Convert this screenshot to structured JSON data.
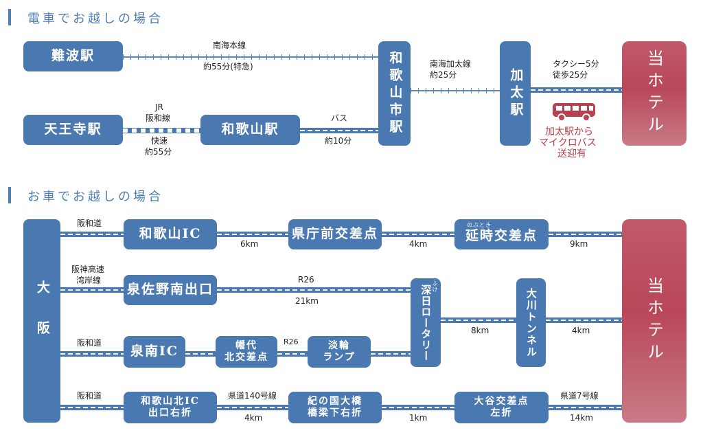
{
  "train_section": {
    "title": "電車でお越しの場合",
    "stations": {
      "namba": "難波駅",
      "tennoji": "天王寺駅",
      "wakayama": "和歌山駅",
      "wakayamashi": "和歌山市駅",
      "kada": "加太駅",
      "hotel": "当ホテル"
    },
    "routes": {
      "nankai_main": {
        "line": "南海本線",
        "time": "約55分(特急)"
      },
      "jr": {
        "line_top": "JR",
        "line": "阪和線",
        "service": "快速",
        "time": "約55分"
      },
      "bus": {
        "line": "バス",
        "time": "約10分"
      },
      "kada_line": {
        "line": "南海加太線",
        "time": "約25分"
      },
      "to_hotel": {
        "taxi": "タクシー5分",
        "walk": "徒歩25分"
      }
    },
    "shuttle": {
      "icon": "bus-icon",
      "line1": "加太駅から",
      "line2": "マイクロバス",
      "line3": "送迎有",
      "color": "#b8414f"
    }
  },
  "car_section": {
    "title": "お車でお越しの場合",
    "origin": "大阪",
    "hotel": "当ホテル",
    "route1": {
      "road": "阪和道",
      "nodes": [
        "和歌山IC",
        "県庁前交差点",
        "延時交差点"
      ],
      "ruby": "のぶとき",
      "distances": [
        "6km",
        "4km",
        "9km"
      ]
    },
    "route2": {
      "road_line1": "阪神高速",
      "road_line2": "湾岸線",
      "node": "泉佐野南出口",
      "road2": "R26",
      "dist": "21km"
    },
    "route3": {
      "road": "阪和道",
      "node1": "泉南IC",
      "node2_line1": "幡代",
      "node2_line2": "北交差点",
      "road2": "R26",
      "node3_line1": "淡輪",
      "node3_line2": "ランプ"
    },
    "shared": {
      "fuke": "深日ロータリー",
      "fuke_ruby": "ふけ",
      "tunnel": "大川トンネル",
      "dist1": "8km",
      "dist2": "4km"
    },
    "route4": {
      "road": "阪和道",
      "node1_line1": "和歌山北IC",
      "node1_line2": "出口右折",
      "road2": "県道140号線",
      "dist1": "4km",
      "node2_line1": "紀の国大橋",
      "node2_line2": "橋梁下右折",
      "dist2": "1km",
      "node3_line1": "大谷交差点",
      "node3_line2": "左折",
      "road3": "県道7号線",
      "dist3": "14km"
    }
  },
  "colors": {
    "accent": "#4a78b0",
    "hotel": "#b84759"
  }
}
